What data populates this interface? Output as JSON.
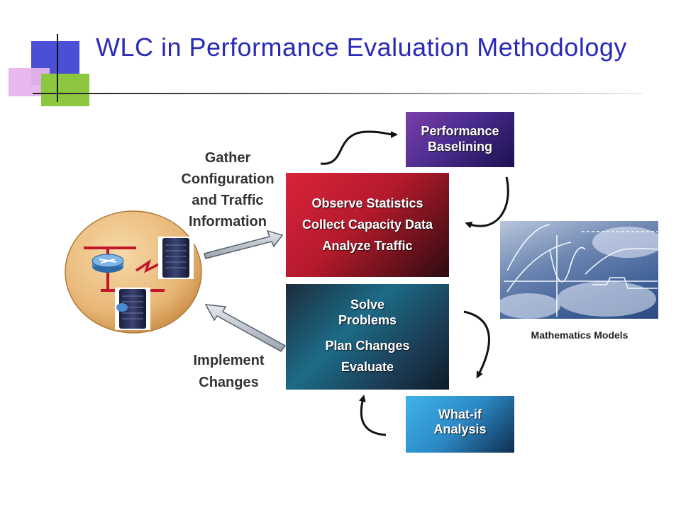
{
  "slide": {
    "title": "WLC in Performance Evaluation Methodology"
  },
  "labels": {
    "gather": [
      "Gather",
      "Configuration",
      "and Traffic",
      "Information"
    ],
    "implement": [
      "Implement",
      "Changes"
    ],
    "math_models": "Mathematics Models"
  },
  "boxes": {
    "performance": [
      "Performance",
      "Baselining"
    ],
    "observe": [
      "Observe Statistics",
      "Collect Capacity Data",
      "Analyze Traffic"
    ],
    "solve": [
      "Solve",
      "Problems",
      "Plan Changes",
      "Evaluate"
    ],
    "whatif": [
      "What-if",
      "Analysis"
    ]
  },
  "colors": {
    "title": "#2a2ab8",
    "accent_blue": "#4a4fd6",
    "accent_pink": "#e6b3ec",
    "accent_green": "#8dc63f",
    "network_red": "#c0182a"
  },
  "icons": [
    "router-icon",
    "server-icon",
    "lightning-link-icon",
    "curved-arrow-icon"
  ]
}
